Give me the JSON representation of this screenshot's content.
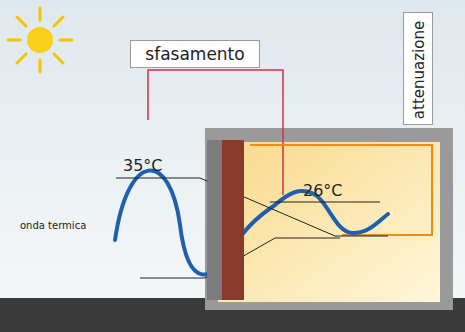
{
  "diagram": {
    "nodes": [
      {
        "text": [
          "sfasamento"
        ]
      },
      {
        "text": [
          "attenuazione"
        ]
      }
    ],
    "labels": [
      "35°C",
      "26°C",
      "onda termica"
    ]
  }
}
